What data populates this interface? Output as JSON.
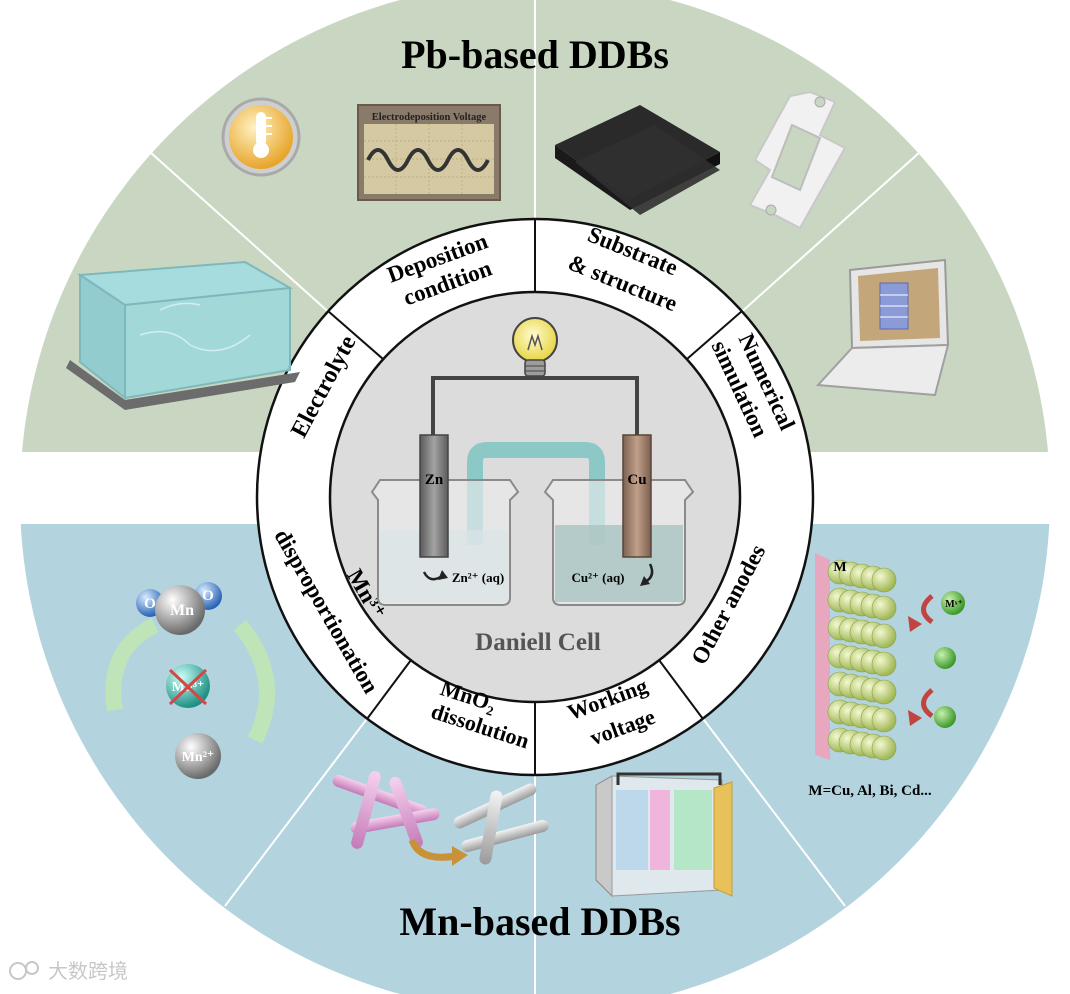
{
  "top_title": "Pb-based DDBs",
  "bottom_title": "Mn-based DDBs",
  "center": {
    "label": "Daniell Cell",
    "zn_label": "Zn",
    "cu_label": "Cu",
    "zn_ion": "Zn²⁺ (aq)",
    "cu_ion": "Cu²⁺ (aq)"
  },
  "ring_labels": {
    "electrolyte": "Electrolyte",
    "deposition_1": "Deposition",
    "deposition_2": "condition",
    "substrate_1": "Substrate",
    "substrate_2": "& structure",
    "numerical_1": "Numerical",
    "numerical_2": "simulation",
    "mn3_1": "Mn³⁺",
    "mn3_2": "disproportionation",
    "mno2_1": "MnO₂",
    "mno2_2": "dissolution",
    "working_1": "Working",
    "working_2": "voltage",
    "other_anodes": "Other anodes"
  },
  "panels": {
    "electrodeposition_voltage": "Electrodeposition Voltage",
    "molecule_o": "O",
    "molecule_mn": "Mn",
    "mn3_ball": "Mn³⁺",
    "mn2_ball": "Mn²⁺",
    "anode_m": "M",
    "anode_mion": "Mˣ⁺",
    "anode_caption": "M=Cu, Al, Bi, Cd..."
  },
  "watermark": "大数跨境",
  "colors": {
    "top_region": "#c9d7c2",
    "bottom_region": "#b3d3df",
    "ring_fill": "#ffffff",
    "center_fill": "#dcdcdc",
    "copper": "#a0806a",
    "salt_bridge": "#8cc9c6"
  }
}
